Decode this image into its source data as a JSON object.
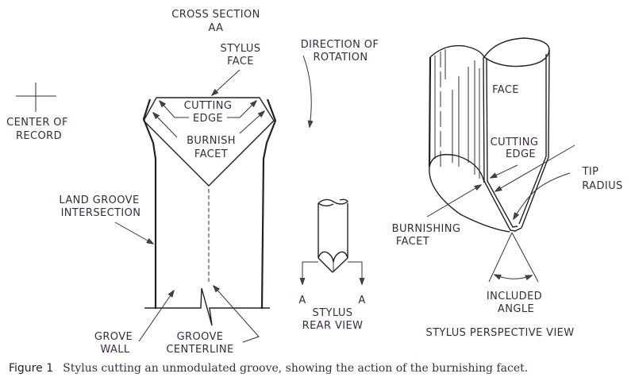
{
  "figure": {
    "caption_number": "Figure 1",
    "caption_text": "Stylus cutting an unmodulated groove, showing the action of the burnishing facet."
  },
  "labels": {
    "cross_section": [
      "CROSS SECTION",
      "AA"
    ],
    "stylus_face": [
      "STYLUS",
      "FACE"
    ],
    "direction_of_rotation": [
      "DIRECTION OF",
      "ROTATION"
    ],
    "center_of_record": [
      "CENTER OF",
      "RECORD"
    ],
    "cutting_edge_section": [
      "CUTTING",
      "EDGE"
    ],
    "burnish_facet_section": [
      "BURNISH",
      "FACET"
    ],
    "land_groove_intersection": [
      "LAND GROOVE",
      "INTERSECTION"
    ],
    "grove_wall": [
      "GROVE",
      "WALL"
    ],
    "groove_centerline": [
      "GROOVE",
      "CENTERLINE"
    ],
    "section_mark_left": "A",
    "section_mark_right": "A",
    "stylus_rear_view": [
      "STYLUS",
      "REAR VIEW"
    ],
    "face": "FACE",
    "cutting_edge_perspective": [
      "CUTTING",
      "EDGE"
    ],
    "tip_radius": [
      "TIP",
      "RADIUS"
    ],
    "burnishing_facet": [
      "BURNISHING",
      "FACET"
    ],
    "included_angle": [
      "INCLUDED",
      "ANGLE"
    ],
    "stylus_perspective_view": "STYLUS PERSPECTIVE VIEW"
  }
}
